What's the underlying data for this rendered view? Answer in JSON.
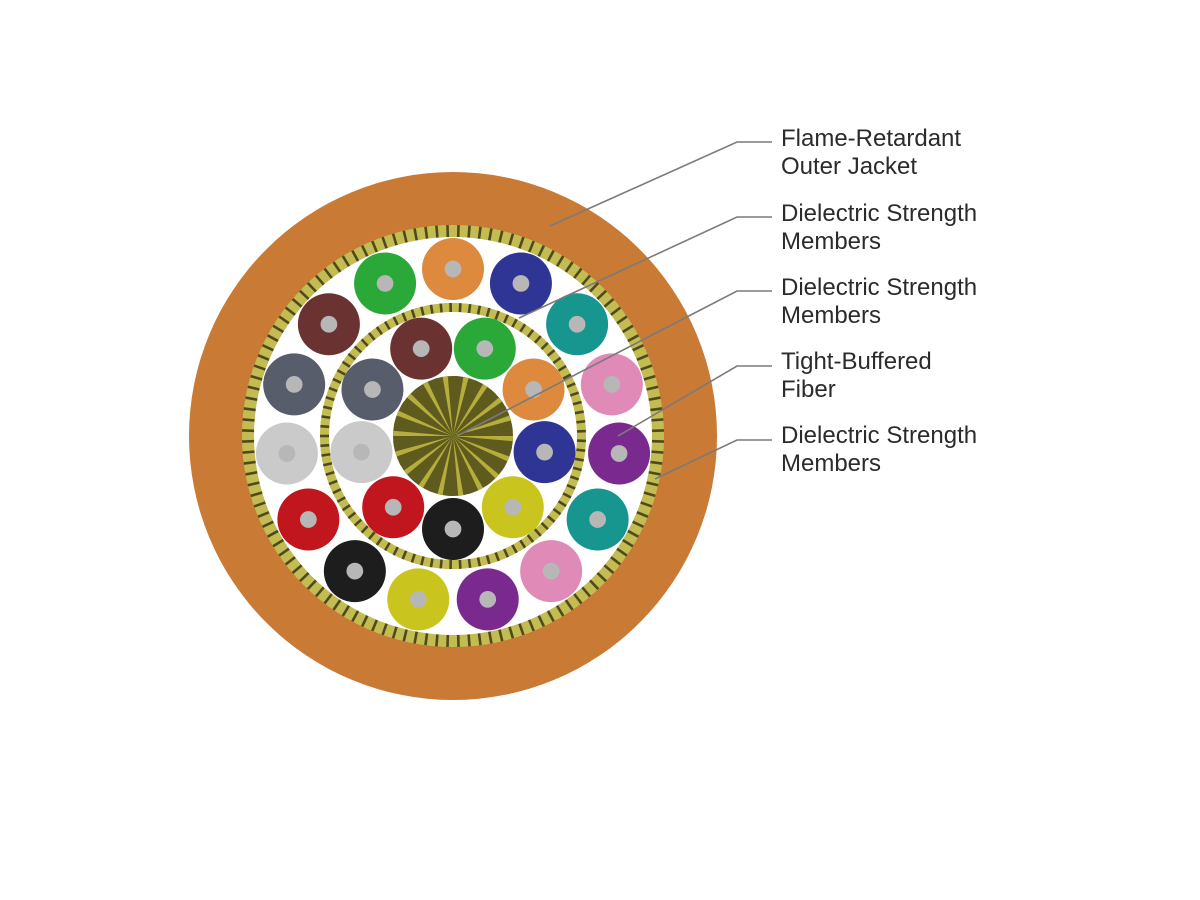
{
  "labels": [
    {
      "id": "flame-retardant-outer-jacket",
      "line1": "Flame-Retardant",
      "line2": "Outer Jacket"
    },
    {
      "id": "dielectric-strength-members-outer",
      "line1": "Dielectric Strength",
      "line2": "Members"
    },
    {
      "id": "dielectric-strength-members-inner",
      "line1": "Dielectric Strength",
      "line2": "Members"
    },
    {
      "id": "tight-buffered-fiber",
      "line1": "Tight-Buffered",
      "line2": "Fiber"
    },
    {
      "id": "dielectric-strength-members-yarn",
      "line1": "Dielectric Strength",
      "line2": "Members"
    }
  ],
  "colors": {
    "jacket": "#c97a35",
    "strength_yarn_dark": "#4e4a1c",
    "strength_yarn_light": "#c3bc52",
    "core_dark": "#5f5a1e",
    "core_light": "#b5ad3c",
    "fiber_core": "#b7b7b7",
    "leader": "#7a7a7a",
    "text": "#2b2b2b"
  },
  "outer_fibers": [
    "orange",
    "blue",
    "aqua",
    "rose",
    "violet",
    "aqua",
    "rose",
    "violet",
    "yellow",
    "black",
    "red",
    "white",
    "slate",
    "brown",
    "green"
  ],
  "inner_fibers": [
    "green",
    "orange",
    "blue",
    "yellow",
    "black",
    "red",
    "white",
    "slate",
    "brown"
  ],
  "fiber_palette": {
    "orange": "#de8a3e",
    "blue": "#2f3595",
    "aqua": "#17958f",
    "rose": "#e08bb7",
    "violet": "#7a2a8e",
    "yellow": "#c9c51e",
    "black": "#1d1d1d",
    "red": "#c1161d",
    "white": "#cacaca",
    "slate": "#575d6b",
    "brown": "#6b3232",
    "green": "#2aa838"
  }
}
